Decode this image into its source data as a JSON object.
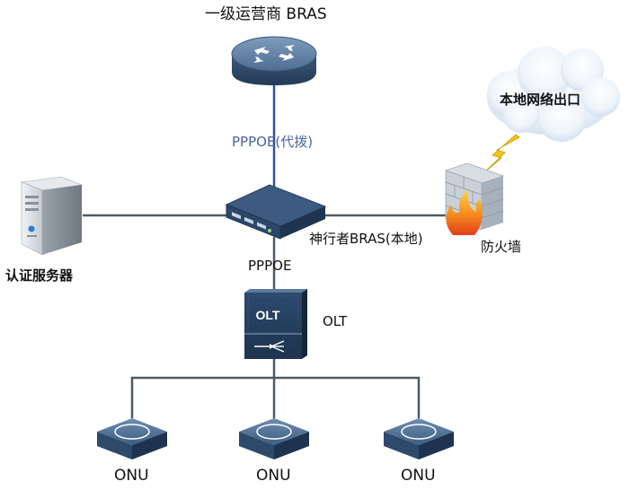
{
  "nodes": {
    "top_bras": {
      "label": "一级运营商  BRAS",
      "icon": "router-icon"
    },
    "cloud": {
      "label": "本地网络出口",
      "icon": "cloud-icon"
    },
    "local_bras": {
      "label": "神行者BRAS(本地)",
      "icon": "network-switch-icon"
    },
    "auth_server": {
      "label": "认证服务器",
      "icon": "server-icon"
    },
    "firewall": {
      "label": "防火墙",
      "icon": "firewall-icon"
    },
    "olt": {
      "label": "OLT",
      "icon": "olt-icon",
      "device_text": "OLT"
    },
    "onus": [
      {
        "label": "ONU",
        "icon": "onu-icon"
      },
      {
        "label": "ONU",
        "icon": "onu-icon"
      },
      {
        "label": "ONU",
        "icon": "onu-icon"
      }
    ]
  },
  "links": {
    "uplink": {
      "label": "PPPOE(代拨)"
    },
    "downlink": {
      "label": "PPPOE"
    }
  },
  "colors": {
    "device_dark": "#2e4a6b",
    "device_mid": "#4d6d92",
    "link_gray": "#505a66",
    "link_blue": "#3550a0",
    "label_blue": "#4a64a0"
  }
}
